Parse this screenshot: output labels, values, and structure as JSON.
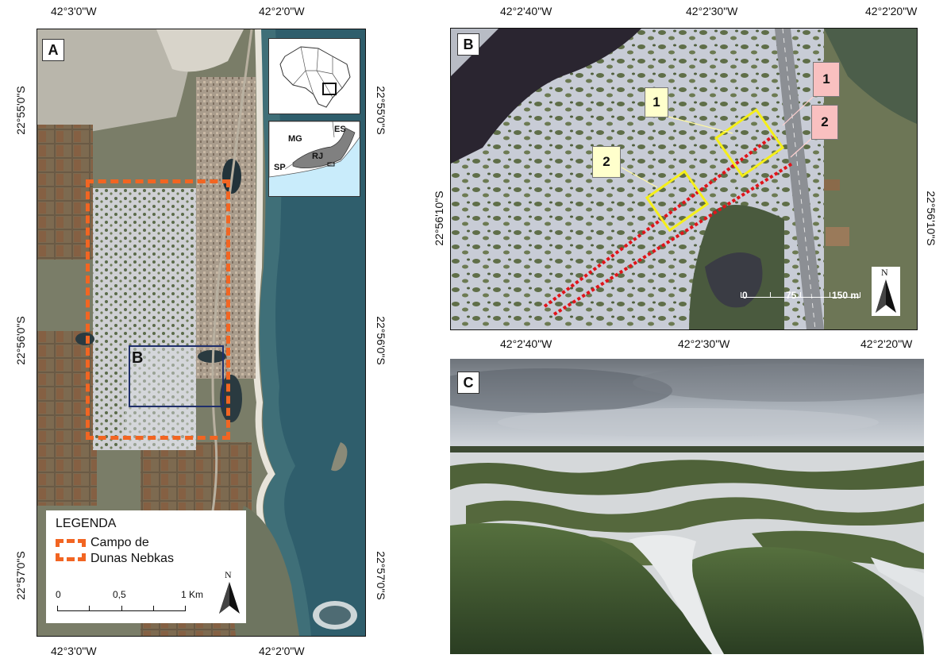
{
  "panel_a": {
    "letter": "A",
    "top_coords": [
      "42°3'0\"W",
      "42°2'0\"W"
    ],
    "bottom_coords": [
      "42°3'0\"W",
      "42°2'0\"W"
    ],
    "left_coords": [
      "22°55'0\"S",
      "22°56'0\"S",
      "22°57'0\"S"
    ],
    "right_coords": [
      "22°55'0\"S",
      "22°56'0\"S",
      "22°57'0\"S"
    ],
    "inset_box_label": "B",
    "inset_states": [
      "MG",
      "ES",
      "RJ",
      "SP"
    ],
    "legend": {
      "title": "LEGENDA",
      "item_line1": "Campo de",
      "item_line2": "Dunas Nebkas",
      "scale_labels": [
        "0",
        "0,5",
        "1 Km"
      ],
      "north": "N"
    },
    "colors": {
      "dune_field": "#f26522",
      "inset_box": "#1f2f6b"
    }
  },
  "panel_b": {
    "letter": "B",
    "top_coords": [
      "42°2'40\"W",
      "42°2'30\"W",
      "42°2'20\"W"
    ],
    "bottom_coords": [
      "42°2'40\"W",
      "42°2'30\"W",
      "42°2'20\"W"
    ],
    "left_coord": "22°56'10\"S",
    "right_coord": "22°56'10\"S",
    "plots": [
      "1",
      "2"
    ],
    "transects": [
      "1",
      "2"
    ],
    "scale_labels": [
      "0",
      "75",
      "150 m"
    ],
    "north": "N",
    "colors": {
      "plot": "#f5ef1a",
      "transect": "#e0141a",
      "plot_label_bg": "#ffffcc",
      "transect_label_bg": "#f9c0c0"
    }
  },
  "panel_c": {
    "letter": "C"
  }
}
